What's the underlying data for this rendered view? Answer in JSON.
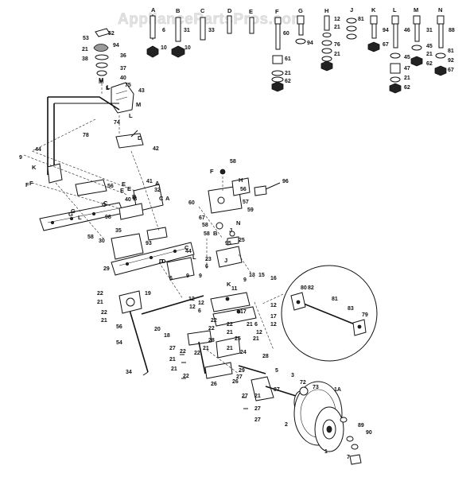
{
  "watermark": "AppliancePartsPros.com",
  "letters": [
    "A",
    "B",
    "C",
    "D",
    "E",
    "F",
    "G",
    "H",
    "J",
    "K",
    "L",
    "M",
    "N",
    "L",
    "M",
    "K",
    "H",
    "D",
    "E",
    "A",
    "C",
    "B",
    "C",
    "G",
    "F",
    "N",
    "D",
    "J",
    "B",
    "J",
    "K",
    "E",
    "F"
  ],
  "labels": [
    "52",
    "53",
    "94",
    "21",
    "36",
    "38",
    "37",
    "40",
    "75",
    "M",
    "43",
    "L",
    "M",
    "74",
    "L",
    "78",
    "42",
    "9",
    "44",
    "F",
    "56",
    "G",
    "C",
    "L",
    "40",
    "E",
    "B",
    "41",
    "32",
    "A",
    "98",
    "58",
    "30",
    "35",
    "C",
    "29",
    "93",
    "D",
    "L",
    "44",
    "9",
    "6",
    "6",
    "58",
    "95",
    "57",
    "59",
    "60",
    "58",
    "56",
    "96",
    "67",
    "58",
    "25",
    "23",
    "9",
    "12",
    "12",
    "12",
    "17",
    "15",
    "16",
    "13",
    "11",
    "22",
    "21",
    "19",
    "22",
    "21",
    "56",
    "54",
    "20",
    "34",
    "18",
    "28",
    "27",
    "21",
    "22",
    "22",
    "21",
    "26",
    "28",
    "24",
    "21",
    "27",
    "25",
    "26",
    "22",
    "21",
    "27",
    "29",
    "27",
    "27",
    "2",
    "5",
    "3",
    "72",
    "73",
    "1A",
    "1",
    "90",
    "89",
    "87",
    "7",
    "80",
    "82",
    "81",
    "83",
    "79",
    "10",
    "10",
    "6",
    "31",
    "33",
    "60",
    "94",
    "12",
    "21",
    "76",
    "61",
    "21",
    "62",
    "21",
    "81",
    "94",
    "67",
    "46",
    "31",
    "88",
    "45",
    "21",
    "62",
    "81",
    "92",
    "67",
    "45",
    "47",
    "21",
    "62",
    "12",
    "6",
    "12",
    "6",
    "12",
    "21",
    "17",
    "9",
    "22",
    "21",
    "22",
    "22",
    "21",
    "21"
  ]
}
